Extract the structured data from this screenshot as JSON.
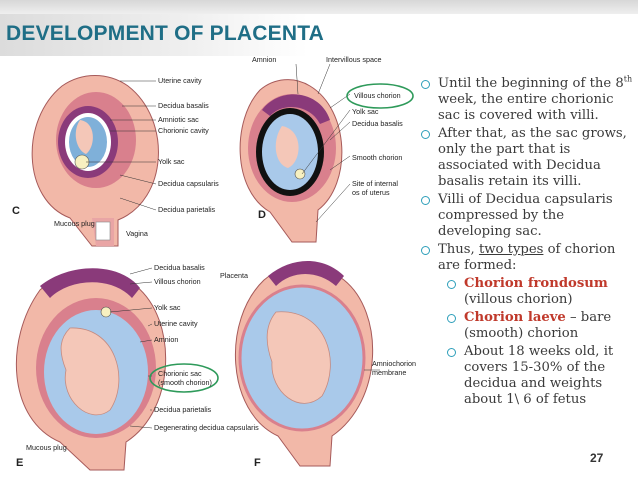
{
  "slide": {
    "title": "DEVELOPMENT OF PLACENTA",
    "page_number": "27"
  },
  "figure": {
    "panel_letters": [
      "C",
      "D",
      "E",
      "F"
    ],
    "labels_c": [
      "Uterine cavity",
      "Decidua basalis",
      "Amniotic sac",
      "Chorionic cavity",
      "Yolk sac",
      "Decidua capsularis",
      "Decidua parietalis",
      "Mucous plug",
      "Vagina"
    ],
    "labels_d": [
      "Amnion",
      "Intervillous space",
      "Villous chorion",
      "Yolk sac",
      "Decidua basalis",
      "Smooth chorion",
      "Site of internal",
      "os of uterus"
    ],
    "labels_e": [
      "Decidua basalis",
      "Villous chorion",
      "Placenta",
      "Yolk sac",
      "Uterine cavity",
      "Amnion",
      "Chorionic sac",
      "(smooth chorion)",
      "Decidua parietalis",
      "Degenerating decidua capsularis",
      "Mucous plug"
    ],
    "labels_f": [
      "Amniochorionic",
      "membrane"
    ]
  },
  "bullets": {
    "b1_pre": "Until the beginning of the 8",
    "b1_sup": "th",
    "b1_post": " week, the entire chorionic sac is covered with villi.",
    "b2": "After that, as the sac grows, only the part that is associated with Decidua basalis retain its villi.",
    "b3": "Villi of Decidua capsularis compressed by the developing sac.",
    "b4_pre": "Thus, ",
    "b4_ul": "two types",
    "b4_post": " of chorion are formed:",
    "s1_hl": "Chorion frondosum",
    "s1_rest": " (villous chorion)",
    "s2_hl": "Chorion laeve",
    "s2_rest": " – bare (smooth) chorion",
    "s3": "About 18 weeks old, it covers 15-30% of the decidua and weights about 1\\ 6 of fetus"
  },
  "colors": {
    "title": "#1f6e86",
    "highlight": "#c0392b",
    "bullet": "#2e9fba",
    "uterus_wall": "#f2b8a8",
    "decidua": "#d9808d",
    "villi": "#8a3a7a",
    "fluid": "#a9c9ea",
    "embryo": "#f4c7b8",
    "circle": "#2e9a5a"
  }
}
